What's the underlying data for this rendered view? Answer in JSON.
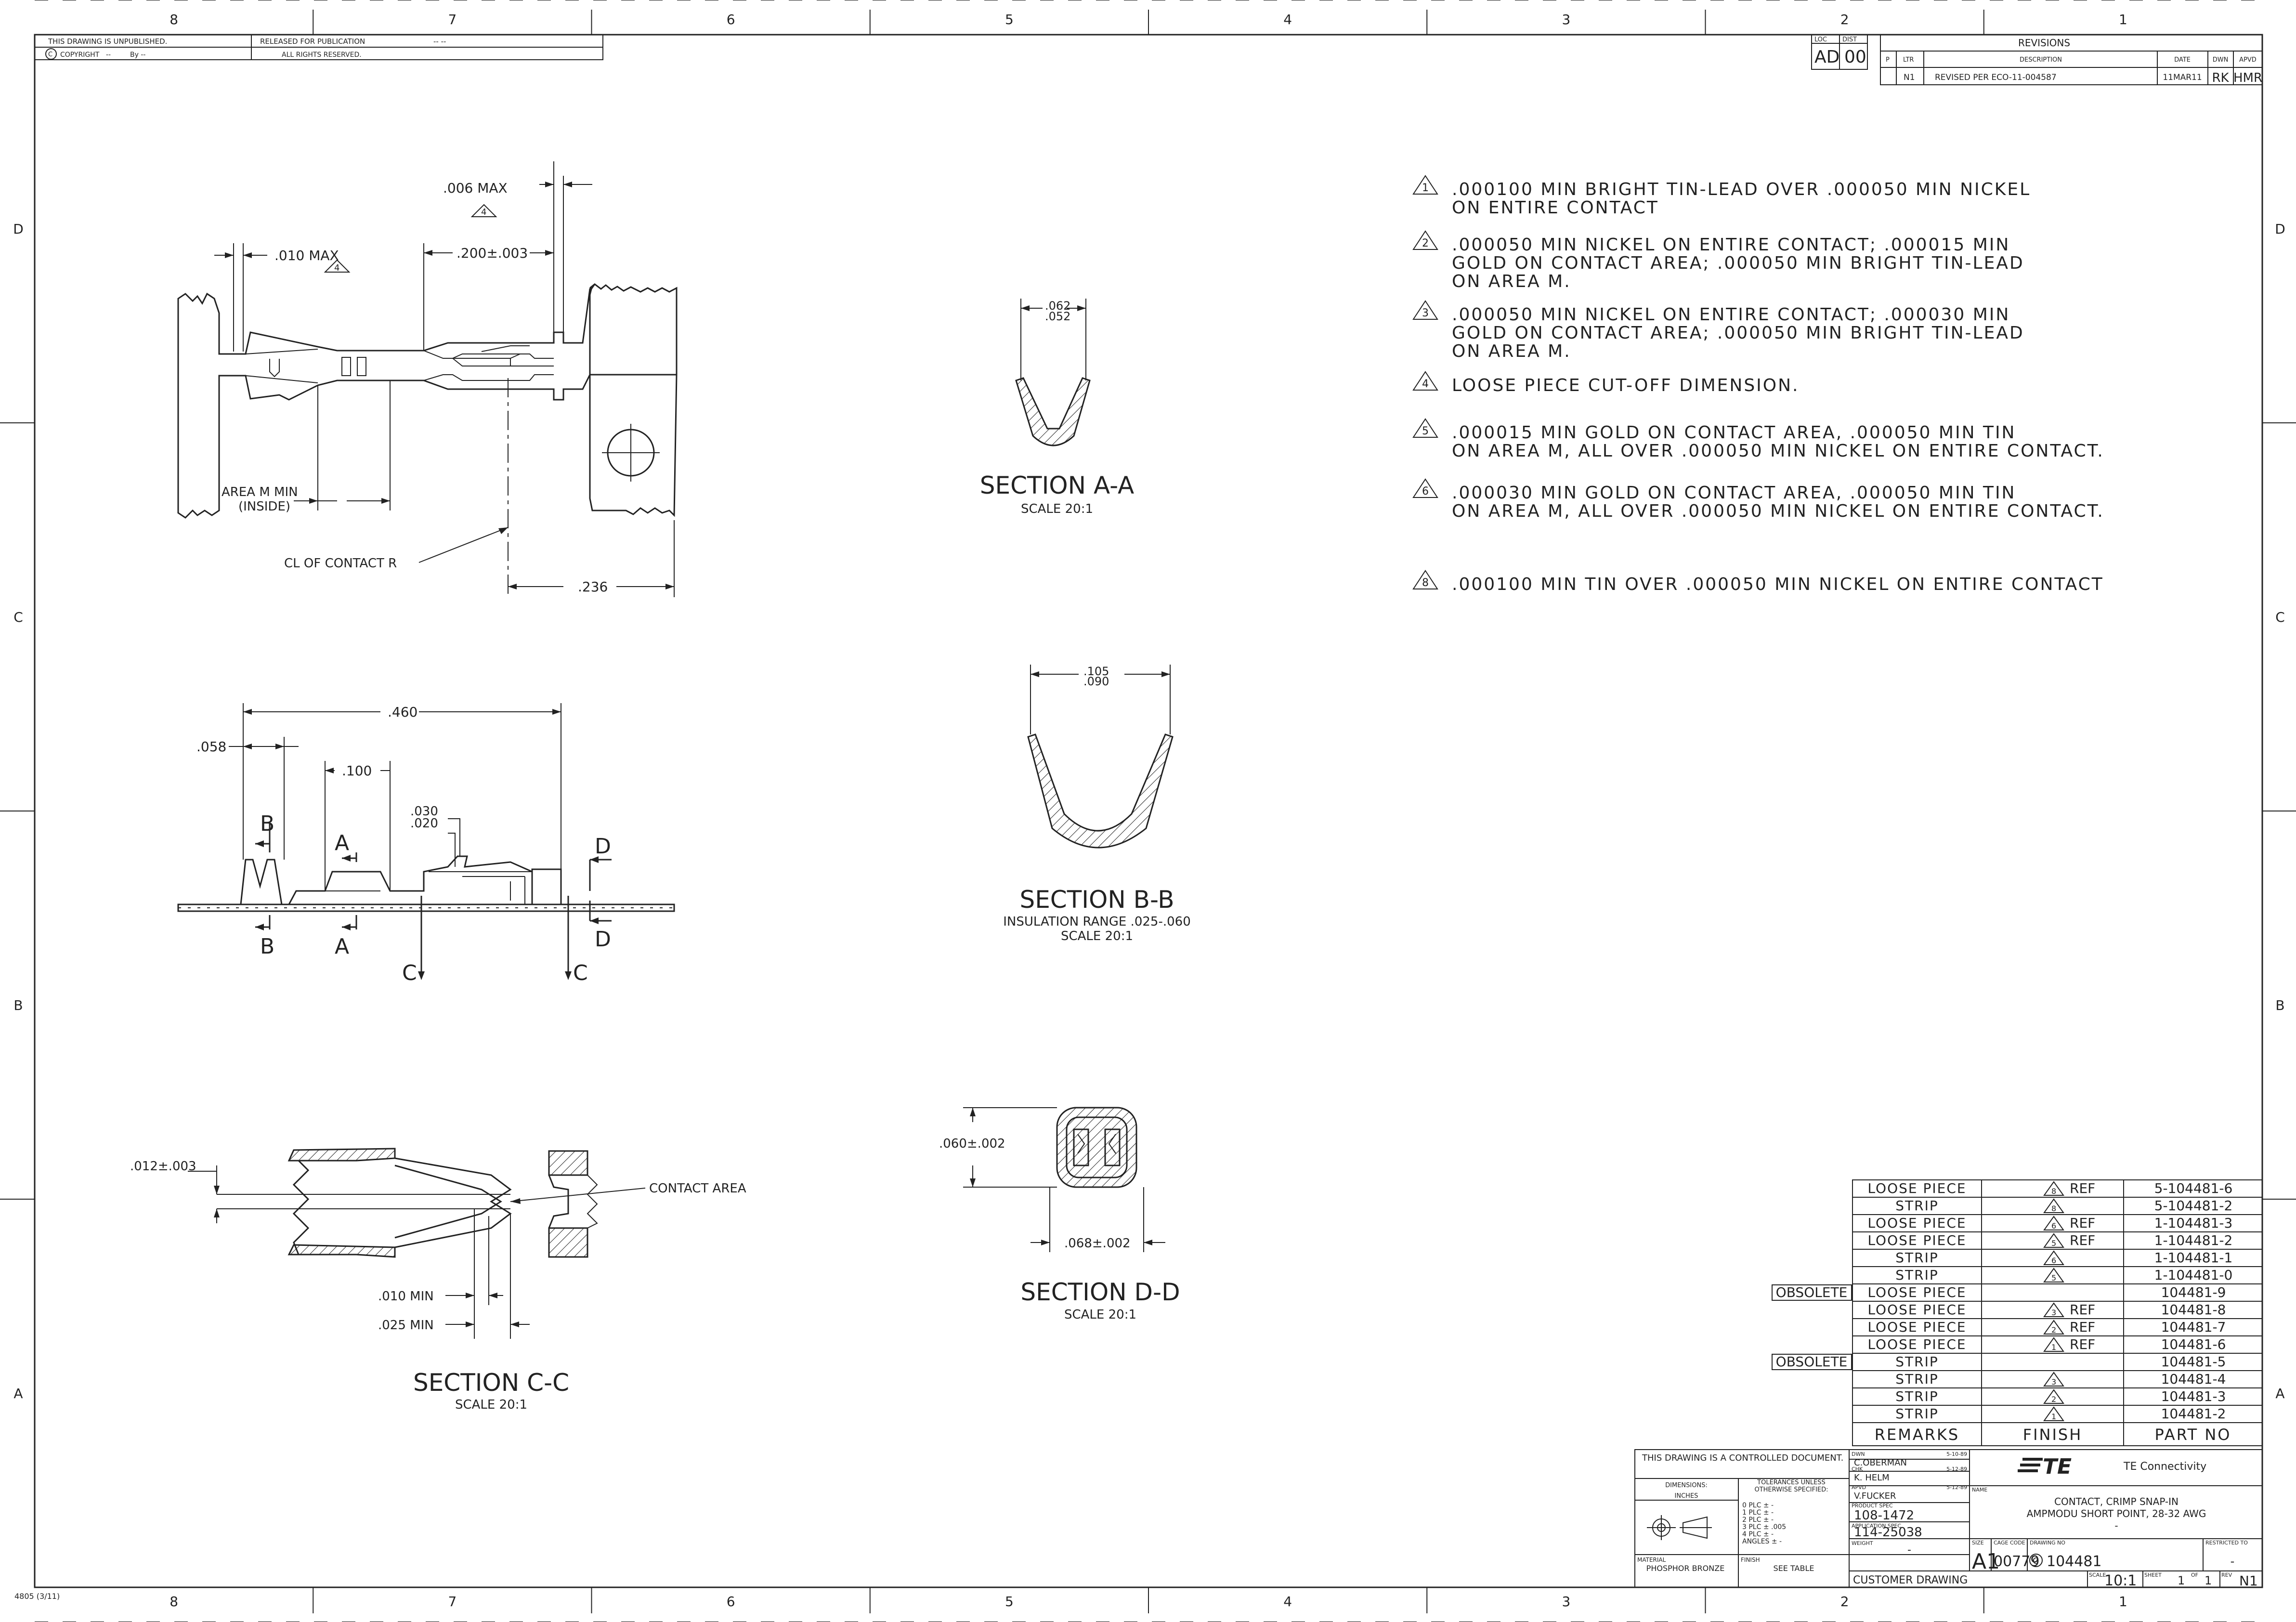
{
  "border": {
    "zones_top": [
      "8",
      "7",
      "6",
      "5",
      "4",
      "3",
      "2",
      "1"
    ],
    "zones_side": [
      "D",
      "C",
      "B",
      "A"
    ],
    "form_no": "4805 (3/11)"
  },
  "header": {
    "unpublished": "THIS DRAWING IS UNPUBLISHED.",
    "released": "RELEASED FOR PUBLICATION",
    "released_by": "-- --",
    "copyright": "COPYRIGHT",
    "copyright_year": "--",
    "copyright_by": "By --",
    "rights": "ALL RIGHTS RESERVED."
  },
  "revisions": {
    "title": "REVISIONS",
    "loc_label": "LOC",
    "loc": "AD",
    "dist_label": "DIST",
    "dist": "00",
    "p_label": "P",
    "ltr_label": "LTR",
    "desc_label": "DESCRIPTION",
    "date_label": "DATE",
    "dwn_label": "DWN",
    "apvd_label": "APVD",
    "rows": [
      {
        "ltr": "N1",
        "description": "REVISED PER ECO-11-004587",
        "date": "11MAR11",
        "dwn": "RK",
        "apvd": "HMR"
      }
    ]
  },
  "notes": [
    {
      "num": "1",
      "lines": [
        ".000100 MIN BRIGHT TIN-LEAD OVER .000050 MIN NICKEL",
        "ON ENTIRE CONTACT"
      ]
    },
    {
      "num": "2",
      "lines": [
        ".000050 MIN NICKEL ON ENTIRE CONTACT; .000015 MIN",
        "GOLD ON CONTACT AREA; .000050 MIN BRIGHT TIN-LEAD",
        "ON AREA M."
      ]
    },
    {
      "num": "3",
      "lines": [
        ".000050 MIN NICKEL ON ENTIRE CONTACT; .000030 MIN",
        "GOLD ON CONTACT AREA; .000050 MIN BRIGHT TIN-LEAD",
        "ON AREA M."
      ]
    },
    {
      "num": "4",
      "lines": [
        "LOOSE PIECE CUT-OFF DIMENSION."
      ]
    },
    {
      "num": "5",
      "lines": [
        ".000015 MIN GOLD ON CONTACT AREA, .000050 MIN TIN",
        "ON AREA M, ALL OVER .000050 MIN NICKEL ON ENTIRE CONTACT."
      ]
    },
    {
      "num": "6",
      "lines": [
        ".000030 MIN GOLD ON CONTACT AREA, .000050 MIN TIN",
        "ON AREA M, ALL OVER .000050 MIN NICKEL ON ENTIRE CONTACT."
      ]
    },
    {
      "num": "8",
      "lines": [
        ".000100 MIN TIN OVER .000050 MIN NICKEL ON ENTIRE CONTACT"
      ]
    }
  ],
  "views": {
    "top": {
      "dim_006": ".006 MAX",
      "dim_010": ".010 MAX",
      "dim_200": ".200±.003",
      "dim_236": ".236",
      "area_m": "AREA M MIN",
      "inside": "(INSIDE)",
      "cl": "CL OF CONTACT R",
      "flag": "4"
    },
    "side": {
      "dim_460": ".460",
      "dim_058": ".058",
      "dim_100": ".100",
      "dim_030": ".030",
      "dim_020": ".020",
      "sec_b": "B",
      "sec_a": "A",
      "sec_c": "C",
      "sec_d": "D"
    },
    "section_aa": {
      "title": "SECTION A-A",
      "scale": "SCALE 20:1",
      "dim_top": ".062",
      "dim_bot": ".052"
    },
    "section_bb": {
      "title": "SECTION B-B",
      "sub": "INSULATION RANGE .025-.060",
      "scale": "SCALE 20:1",
      "dim_top": ".105",
      "dim_bot": ".090"
    },
    "section_dd": {
      "title": "SECTION D-D",
      "scale": "SCALE 20:1",
      "dim_h": ".060±.002",
      "dim_w": ".068±.002"
    },
    "section_cc": {
      "title": "SECTION C-C",
      "scale": "SCALE 20:1",
      "dim_012": ".012±.003",
      "contact_area": "CONTACT AREA",
      "dim_010": ".010 MIN",
      "dim_025": ".025 MIN"
    }
  },
  "parts_table": {
    "headers": {
      "remarks": "REMARKS",
      "finish": "FINISH",
      "part_no": "PART NO"
    },
    "rows": [
      {
        "obsolete": "",
        "remarks": "LOOSE PIECE",
        "flag": "8",
        "ref": "REF",
        "part": "5-104481-6"
      },
      {
        "obsolete": "",
        "remarks": "STRIP",
        "flag": "8",
        "ref": "",
        "part": "5-104481-2"
      },
      {
        "obsolete": "",
        "remarks": "LOOSE PIECE",
        "flag": "6",
        "ref": "REF",
        "part": "1-104481-3"
      },
      {
        "obsolete": "",
        "remarks": "LOOSE PIECE",
        "flag": "5",
        "ref": "REF",
        "part": "1-104481-2"
      },
      {
        "obsolete": "",
        "remarks": "STRIP",
        "flag": "6",
        "ref": "",
        "part": "1-104481-1"
      },
      {
        "obsolete": "",
        "remarks": "STRIP",
        "flag": "5",
        "ref": "",
        "part": "1-104481-0"
      },
      {
        "obsolete": "OBSOLETE",
        "remarks": "LOOSE PIECE",
        "flag": "",
        "ref": "",
        "part": "104481-9"
      },
      {
        "obsolete": "",
        "remarks": "LOOSE PIECE",
        "flag": "3",
        "ref": "REF",
        "part": "104481-8"
      },
      {
        "obsolete": "",
        "remarks": "LOOSE PIECE",
        "flag": "2",
        "ref": "REF",
        "part": "104481-7"
      },
      {
        "obsolete": "",
        "remarks": "LOOSE PIECE",
        "flag": "1",
        "ref": "REF",
        "part": "104481-6"
      },
      {
        "obsolete": "OBSOLETE",
        "remarks": "STRIP",
        "flag": "",
        "ref": "",
        "part": "104481-5"
      },
      {
        "obsolete": "",
        "remarks": "STRIP",
        "flag": "3",
        "ref": "",
        "part": "104481-4"
      },
      {
        "obsolete": "",
        "remarks": "STRIP",
        "flag": "2",
        "ref": "",
        "part": "104481-3"
      },
      {
        "obsolete": "",
        "remarks": "STRIP",
        "flag": "1",
        "ref": "",
        "part": "104481-2"
      }
    ]
  },
  "title_block": {
    "controlled": "THIS DRAWING IS A CONTROLLED DOCUMENT.",
    "dimensions": "DIMENSIONS:",
    "inches": "INCHES",
    "tolerances": "TOLERANCES UNLESS",
    "otherwise": "OTHERWISE SPECIFIED:",
    "tol_lines": [
      "0 PLC    ± -",
      "1 PLC    ± -",
      "2 PLC    ± -",
      "3 PLC    ± .005",
      "4 PLC    ± -",
      "ANGLES     ± -"
    ],
    "material_label": "MATERIAL",
    "material": "PHOSPHOR BRONZE",
    "finish_label": "FINISH",
    "finish": "SEE TABLE",
    "dwn_label": "DWN",
    "dwn": "C.OBERMAN",
    "dwn_date": "5-10-89",
    "chk_label": "CHK",
    "chk": "K. HELM",
    "chk_date": "5-12-89",
    "apvd_label": "APVD",
    "apvd": "V.FUCKER",
    "apvd_date": "5-12-89",
    "product_spec_label": "PRODUCT SPEC",
    "product_spec": "108-1472",
    "app_spec_label": "APPLICATION SPEC",
    "app_spec": "114-25038",
    "weight_label": "WEIGHT",
    "weight": "-",
    "logo": "TE",
    "company": "TE Connectivity",
    "name_label": "NAME",
    "name_line1": "CONTACT, CRIMP SNAP-IN",
    "name_line2": "AMPMODU SHORT POINT, 28-32 AWG",
    "name_line3": "-",
    "size_label": "SIZE",
    "size": "A1",
    "cage_label": "CAGE CODE",
    "cage": "00779",
    "dwg_label": "DRAWING NO",
    "dwg": "104481",
    "restricted_label": "RESTRICTED TO",
    "restricted": "-",
    "customer_drawing": "CUSTOMER DRAWING",
    "scale_label": "SCALE",
    "scale": "10:1",
    "sheet_label": "SHEET",
    "sheet": "1",
    "of_label": "OF",
    "of": "1",
    "rev_label": "REV",
    "rev": "N1"
  }
}
